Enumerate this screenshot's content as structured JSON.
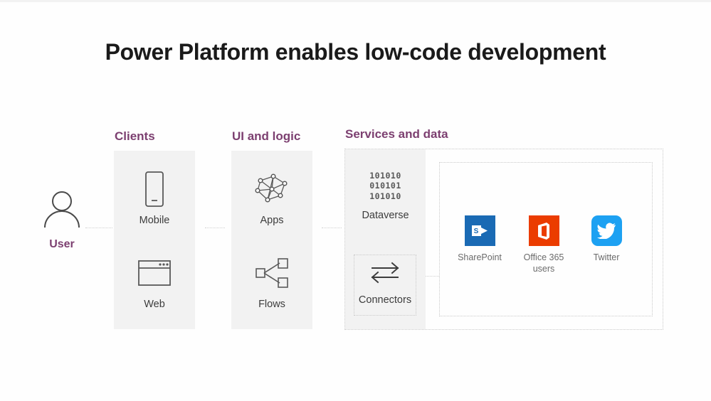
{
  "slide": {
    "title": "Power Platform enables low-code development",
    "background_color": "#fefefe",
    "accent_purple": "#7c3f70",
    "panel_gray": "#f2f2f2",
    "text_gray": "#3c3c3c"
  },
  "user": {
    "label": "User",
    "icon": "person-icon"
  },
  "sections": [
    {
      "key": "clients",
      "heading": "Clients"
    },
    {
      "key": "uilogic",
      "heading": "UI and logic"
    },
    {
      "key": "services",
      "heading": "Services and data"
    }
  ],
  "clients": {
    "heading": "Clients",
    "tiles": [
      {
        "label": "Mobile",
        "icon": "mobile-phone-icon"
      },
      {
        "label": "Web",
        "icon": "browser-window-icon"
      }
    ]
  },
  "uilogic": {
    "heading": "UI and logic",
    "tiles": [
      {
        "label": "Apps",
        "icon": "network-graph-icon"
      },
      {
        "label": "Flows",
        "icon": "flow-branch-icon"
      }
    ]
  },
  "services": {
    "heading": "Services and data",
    "dataverse": {
      "label": "Dataverse",
      "icon": "binary-digits-icon",
      "binary_rows": [
        "101010",
        "010101",
        "101010"
      ]
    },
    "connectors": {
      "label": "Connectors",
      "icon": "bidirectional-arrows-icon"
    },
    "connected_services": [
      {
        "label": "SharePoint",
        "icon": "sharepoint-icon",
        "color": "#1a6ab4"
      },
      {
        "label": "Office 365\nusers",
        "icon": "office365-icon",
        "color": "#eb3c00"
      },
      {
        "label": "Twitter",
        "icon": "twitter-bird-icon",
        "color": "#1da1f2"
      }
    ]
  },
  "connectors_lines": [
    {
      "name": "user-to-clients"
    },
    {
      "name": "clients-to-uilogic"
    },
    {
      "name": "uilogic-to-services"
    },
    {
      "name": "connectors-to-services"
    }
  ]
}
